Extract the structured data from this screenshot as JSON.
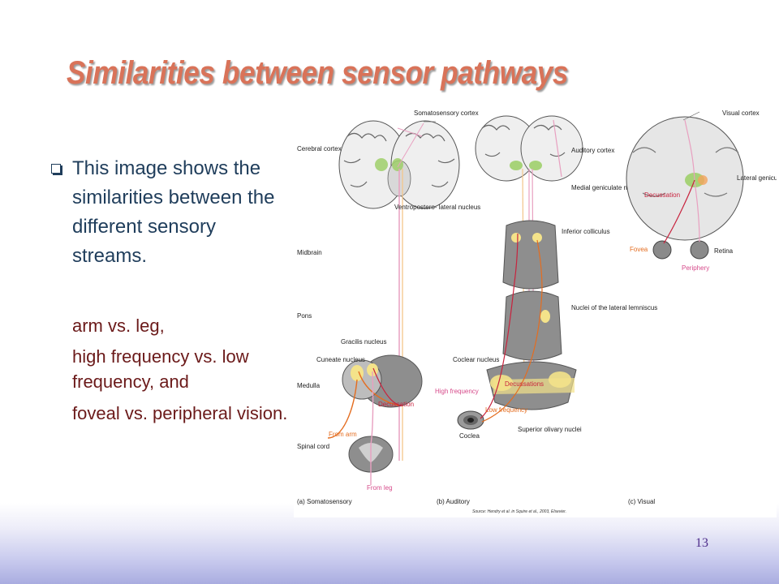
{
  "slide": {
    "title": "Similarities between sensor pathways",
    "bullet": "This image shows the similarities between the different sensory streams.",
    "sub_items": [
      "arm vs. leg,",
      "high frequency vs. low frequency, and",
      "foveal vs. peripheral vision."
    ],
    "page_number": "13"
  },
  "figure": {
    "somatosensory": {
      "somatosensory_cortex": "Somatosensory cortex",
      "cerebral_cortex": "Cerebral cortex",
      "ventroposterolateral": "Ventropostero- lateral nucleus",
      "midbrain": "Midbrain",
      "pons": "Pons",
      "gracilis": "Gracilis nucleus",
      "cuneate": "Cuneate nucleus",
      "medulla": "Medulla",
      "decussation": "Decussation",
      "spinal_cord": "Spinal cord",
      "from_arm": "From arm",
      "from_leg": "From leg",
      "caption": "(a) Somatosensory"
    },
    "auditory": {
      "auditory_cortex": "Auditory cortex",
      "medial_geniculate": "Medial geniculate nucleus",
      "inferior_colliculus": "Inferior colliculus",
      "lateral_lemniscus": "Nuclei of the lateral lemniscus",
      "cochlear_nucleus": "Coclear nucleus",
      "decussations": "Decussations",
      "high_frequency": "High frequency",
      "low_frequency": "Low frequency",
      "cochlea": "Coclea",
      "superior_olivary": "Superior olivary nuclei",
      "caption": "(b) Auditory"
    },
    "visual": {
      "visual_cortex": "Visual cortex",
      "lateral_geniculate": "Lateral geniculate nucleus",
      "decussation": "Decussation",
      "fovea": "Fovea",
      "retina": "Retina",
      "periphery": "Periphery",
      "caption": "(c) Visual"
    },
    "source": "Source: Hendry et al. in Squire et al., 2003, Elsevier."
  },
  "colors": {
    "title": "#d97359",
    "body_text": "#1f3d5b",
    "sub_text": "#6b1a1a",
    "pathway_red": "#c8233e",
    "pathway_orange": "#e46d20",
    "pathway_pink": "#e8a0c0",
    "nucleus_green": "#9fcf6a",
    "nucleus_yellow": "#f4e38a"
  }
}
